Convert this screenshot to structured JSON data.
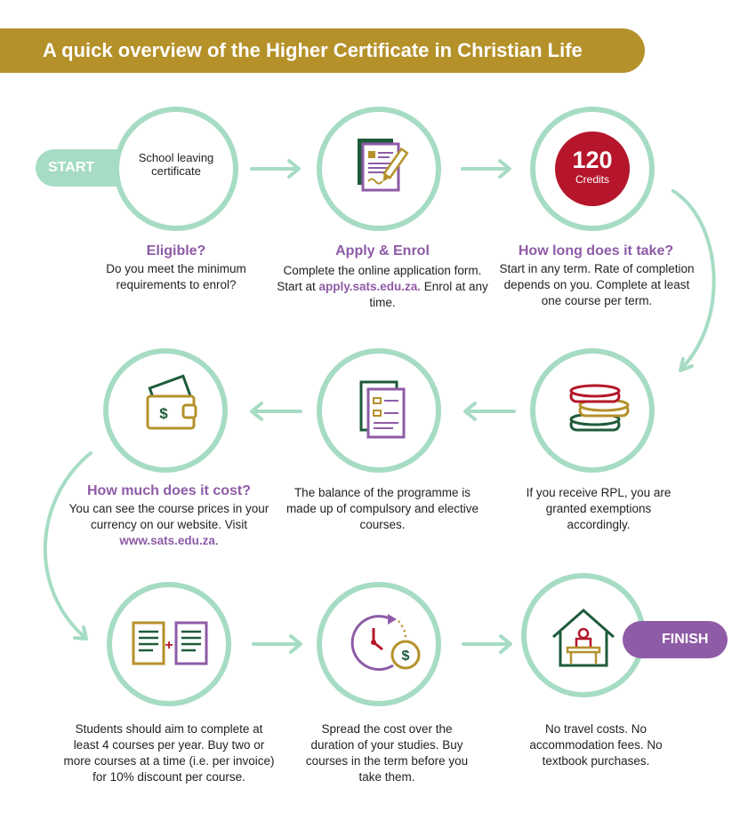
{
  "title": "A quick overview of the Higher Certificate in Christian Life",
  "start_label": "START",
  "finish_label": "FINISH",
  "colors": {
    "gold": "#B5912A",
    "mint": "#A6DCC4",
    "purple": "#8E5BA6",
    "red": "#B5162B",
    "green": "#1E5B3A"
  },
  "steps": [
    {
      "circle_text": "School leaving certificate",
      "heading": "Eligible?",
      "desc": "Do you meet the minimum requirements to enrol?",
      "icon": "certificate-text"
    },
    {
      "heading": "Apply & Enrol",
      "desc_pre": "Complete the online application form. Start at ",
      "link": "apply.sats.edu.za.",
      "desc_post": " Enrol at any time.",
      "icon": "application-form-icon"
    },
    {
      "credits_num": "120",
      "credits_label": "Credits",
      "heading": "How long does it take?",
      "desc": "Start in any term. Rate of completion depends on you. Complete at least one course per term.",
      "icon": "credits-badge"
    },
    {
      "desc": "If you receive RPL, you are granted exemptions accordingly.",
      "icon": "coins-icon"
    },
    {
      "desc": "The balance of the programme is made up of compulsory and elective courses.",
      "icon": "documents-icon"
    },
    {
      "heading": "How much does it cost?",
      "desc_pre": "You can see the course prices in your currency on our website. Visit ",
      "link": "www.sats.edu.za",
      "desc_post": ".",
      "icon": "wallet-icon"
    },
    {
      "desc": "Students should aim to complete at least 4 courses per year. Buy two or more courses at a time (i.e. per invoice) for 10% discount per course.",
      "icon": "course-bundle-icon"
    },
    {
      "desc": "Spread the cost over the duration of your studies. Buy courses in the term before you take them.",
      "icon": "clock-money-icon"
    },
    {
      "desc": "No travel costs. No accommodation fees. No textbook purchases.",
      "icon": "home-study-icon"
    }
  ]
}
